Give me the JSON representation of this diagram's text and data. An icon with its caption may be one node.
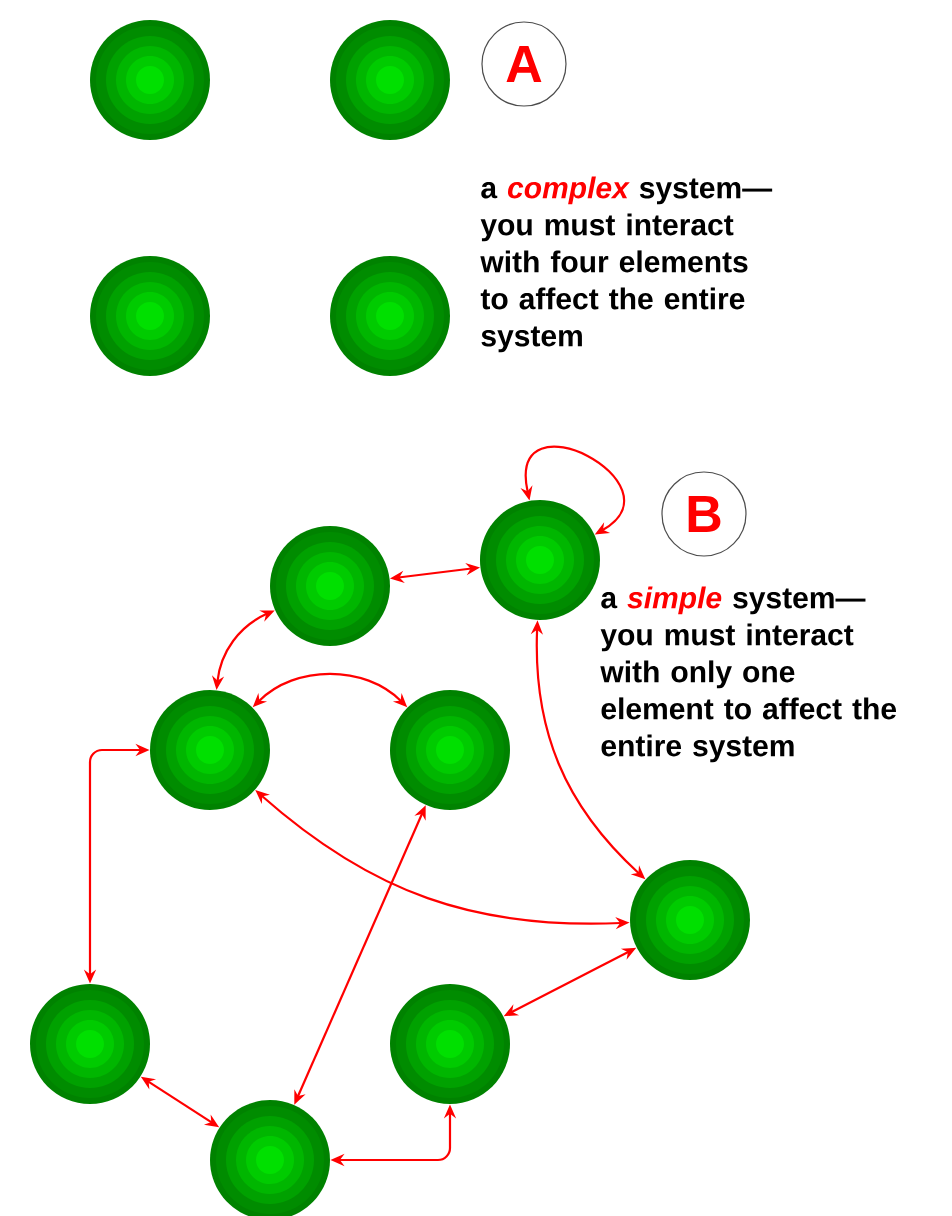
{
  "diagram": {
    "nodes": [
      {
        "text": [],
        "shape": "circle"
      },
      {
        "text": [],
        "shape": "circle"
      },
      {
        "text": [
          "A"
        ]
      },
      {
        "text": [],
        "shape": "circle"
      },
      {
        "text": [],
        "shape": "circle"
      },
      {
        "text": [
          "B"
        ]
      },
      {
        "text": [],
        "shape": "circle"
      },
      {
        "text": [],
        "shape": "circle"
      },
      {
        "text": [],
        "shape": "circle"
      },
      {
        "text": [],
        "shape": "circle"
      },
      {
        "text": [],
        "shape": "circle"
      },
      {
        "text": [],
        "shape": "circle"
      },
      {
        "text": [],
        "shape": "circle"
      },
      {
        "text": [],
        "shape": "circle"
      }
    ],
    "edges": [
      {
        "from": 7,
        "to": 7,
        "arrow": "both",
        "color": "#ff0000"
      },
      {
        "from": 6,
        "to": 7,
        "arrow": "both",
        "color": "#ff0000"
      },
      {
        "from": 6,
        "to": 8,
        "arrow": "both",
        "color": "#ff0000"
      },
      {
        "from": 8,
        "to": 9,
        "arrow": "both",
        "color": "#ff0000"
      },
      {
        "from": 8,
        "to": 11,
        "arrow": "both",
        "color": "#ff0000"
      },
      {
        "from": 8,
        "to": 10,
        "arrow": "both",
        "color": "#ff0000"
      },
      {
        "from": 7,
        "to": 10,
        "arrow": "both",
        "color": "#ff0000"
      },
      {
        "from": 9,
        "to": 13,
        "arrow": "both",
        "color": "#ff0000"
      },
      {
        "from": 11,
        "to": 13,
        "arrow": "both",
        "color": "#ff0000"
      },
      {
        "from": 13,
        "to": 12,
        "arrow": "both",
        "color": "#ff0000"
      },
      {
        "from": 12,
        "to": 10,
        "arrow": "both",
        "color": "#ff0000"
      }
    ],
    "labels": [
      "a *complex* system— you must interact with four elements to affect the entire system",
      "a *simple* system— you must interact with only one element to affect the entire system"
    ]
  }
}
